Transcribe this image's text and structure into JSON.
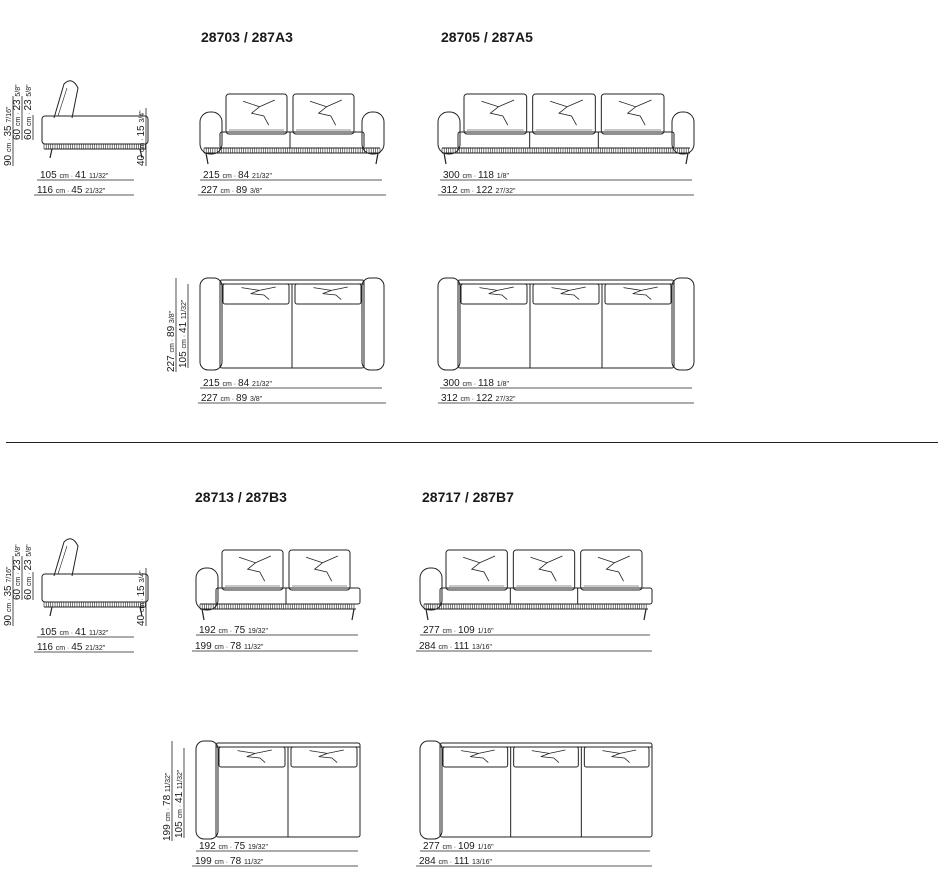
{
  "titles": {
    "t1": "28703 / 287A3",
    "t2": "28705 / 287A5",
    "t3": "28713 / 287B3",
    "t4": "28717 / 287B7"
  },
  "dims": {
    "side_w1": {
      "cm": "105",
      "inch": "41",
      "frac": "11/32"
    },
    "side_w2": {
      "cm": "116",
      "inch": "45",
      "frac": "21/32"
    },
    "side_h_total": {
      "cm": "90",
      "inch": "35",
      "frac": "7/16"
    },
    "side_h_seat": {
      "cm": "60",
      "inch": "23",
      "frac": "5/8"
    },
    "side_h_back": {
      "cm": "40",
      "inch": "15",
      "frac": "3/4"
    },
    "w215": {
      "cm": "215",
      "inch": "84",
      "frac": "21/32"
    },
    "w227": {
      "cm": "227",
      "inch": "89",
      "frac": "3/8"
    },
    "w300": {
      "cm": "300",
      "inch": "118",
      "frac": "1/8"
    },
    "w312": {
      "cm": "312",
      "inch": "122",
      "frac": "27/32"
    },
    "w192": {
      "cm": "192",
      "inch": "75",
      "frac": "19/32"
    },
    "w199": {
      "cm": "199",
      "inch": "78",
      "frac": "11/32"
    },
    "w277": {
      "cm": "277",
      "inch": "109",
      "frac": "1/16"
    },
    "w284": {
      "cm": "284",
      "inch": "111",
      "frac": "13/16"
    }
  },
  "unit_cm": "cm",
  "colors": {
    "line": "#222222",
    "light": "#555555",
    "paper": "#ffffff"
  }
}
